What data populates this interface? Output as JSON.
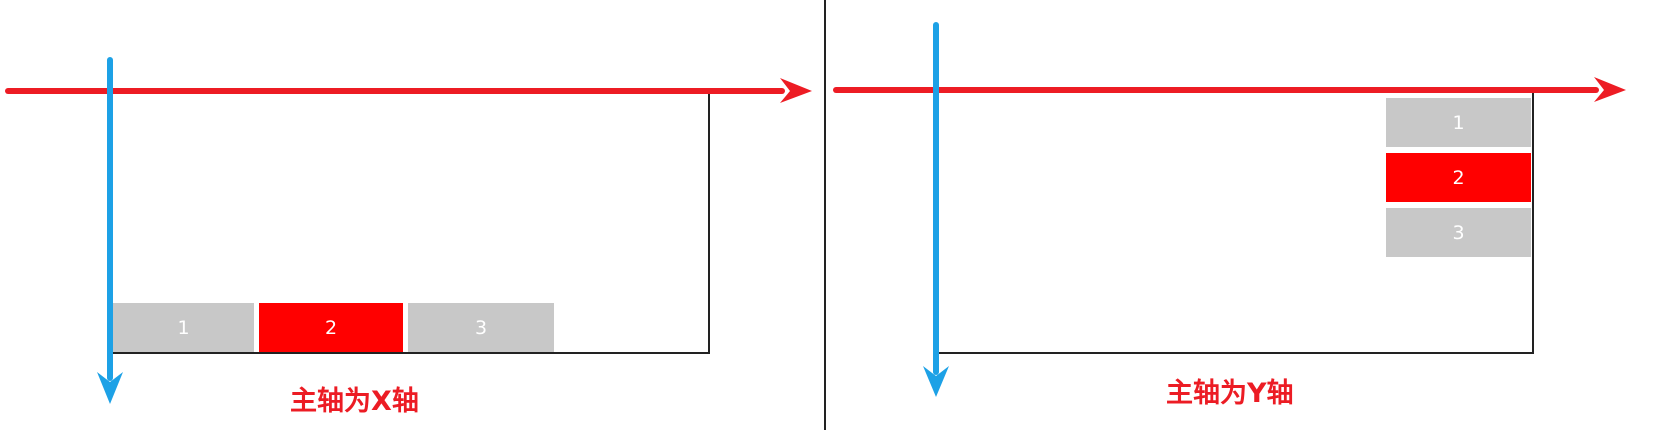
{
  "colors": {
    "main_axis": "#ed1c24",
    "cross_axis": "#1da1e6",
    "item_gray": "#c8c8c8",
    "item_red": "#ff0000",
    "caption": "#ec1c24",
    "border": "#222222"
  },
  "left_panel": {
    "caption": "主轴为X轴",
    "items": [
      {
        "label": "1",
        "highlighted": false
      },
      {
        "label": "2",
        "highlighted": true
      },
      {
        "label": "3",
        "highlighted": false
      }
    ]
  },
  "right_panel": {
    "caption": "主轴为Y轴",
    "items": [
      {
        "label": "1",
        "highlighted": false
      },
      {
        "label": "2",
        "highlighted": true
      },
      {
        "label": "3",
        "highlighted": false
      }
    ]
  }
}
